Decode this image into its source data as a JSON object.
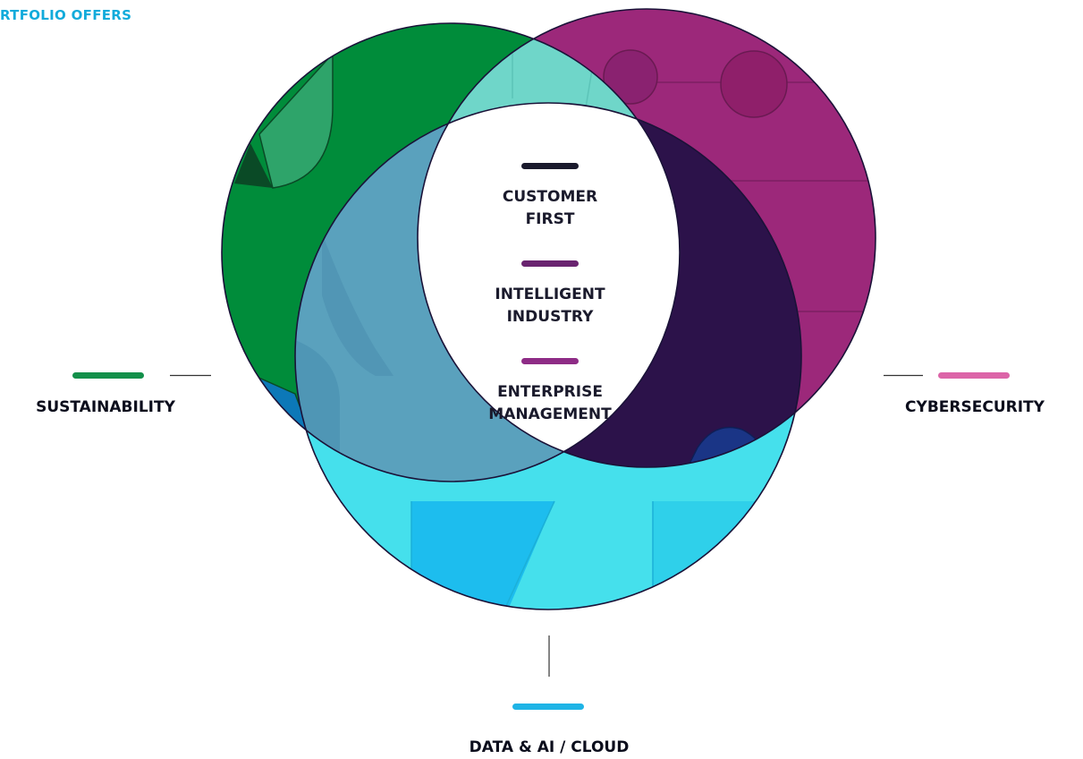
{
  "header": {
    "title": "RTFOLIO OFFERS",
    "color": "#12abdb"
  },
  "rings": [
    {
      "id": "sustainability",
      "label": "SUSTAINABILITY",
      "color": "#0f8f44"
    },
    {
      "id": "cybersecurity",
      "label": "CYBERSECURITY",
      "color": "#a3297f"
    },
    {
      "id": "data-ai-cloud",
      "label": "DATA & AI / CLOUD",
      "color": "#1fb9e8"
    }
  ],
  "center": {
    "items": [
      {
        "line1": "CUSTOMER",
        "line2": "FIRST",
        "bar_color": "#1a1a2c"
      },
      {
        "line1": "INTELLIGENT",
        "line2": "INDUSTRY",
        "bar_color": "#6a2470"
      },
      {
        "line1": "ENTERPRISE",
        "line2": "MANAGEMENT",
        "bar_color": "#8e2c86"
      }
    ]
  },
  "colors": {
    "green": "#008c3a",
    "green_light": "#2ea46a",
    "green_dark": "#0a4a26",
    "magenta": "#9c287a",
    "magenta_dark": "#7d1f63",
    "cyan": "#45e0ec",
    "sky": "#1dbdee",
    "blue": "#0c78b8",
    "navy": "#1a3586",
    "deep_purple": "#2c124a",
    "teal_overlap": "#6fd6c9",
    "steel_overlap": "#5aa1bd",
    "label_dark": "#0b0d1c",
    "outline": "#1a1238",
    "pill_sustainability": "#13904a",
    "pill_cybersecurity": "#dc64a8",
    "pill_data": "#1fb4e6"
  }
}
